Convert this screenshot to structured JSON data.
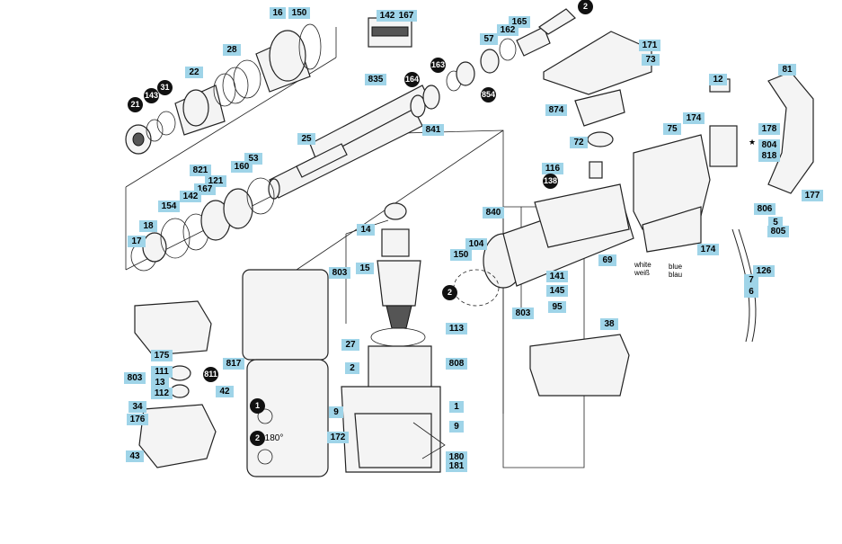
{
  "labels": {
    "p16": "16",
    "p150a": "150",
    "p142a": "142",
    "p167a": "167",
    "p2a": "2",
    "p165": "165",
    "p162": "162",
    "p57": "57",
    "p28": "28",
    "p171": "171",
    "p73": "73",
    "p163": "163",
    "p22": "22",
    "p835": "835",
    "p164": "164",
    "p854": "854",
    "p31": "31",
    "p143": "143",
    "p21": "21",
    "p81": "81",
    "p12": "12",
    "p874": "874",
    "p174a": "174",
    "p75": "75",
    "p178": "178",
    "p841": "841",
    "p25": "25",
    "p804": "804",
    "p818": "818",
    "p72": "72",
    "p821": "821",
    "p53": "53",
    "p160": "160",
    "p121": "121",
    "p167b": "167",
    "p142b": "142",
    "p116": "116",
    "p138": "138",
    "p177": "177",
    "p154": "154",
    "p18": "18",
    "p17": "17",
    "p840": "840",
    "p806": "806",
    "p5": "5",
    "p805": "805",
    "p14": "14",
    "p104": "104",
    "p150b": "150",
    "p174b": "174",
    "p803a": "803",
    "p15": "15",
    "p69": "69",
    "p7": "7",
    "p126": "126",
    "p141": "141",
    "p2b": "2",
    "p145": "145",
    "p6": "6",
    "p95": "95",
    "p803b": "803",
    "p113": "113",
    "p38": "38",
    "p175": "175",
    "p27": "27",
    "p817": "817",
    "p803c": "803",
    "p111": "111",
    "p13": "13",
    "p811": "811",
    "p808": "808",
    "p112": "112",
    "p42": "42",
    "p34": "34",
    "p1": "1",
    "p176": "176",
    "p9a": "9",
    "p9b": "9",
    "p172": "172",
    "p43": "43",
    "p180": "180",
    "p181": "181",
    "n1": "1",
    "n2": "2",
    "deg": "180°"
  },
  "wire_text": {
    "white": "white\nweiß",
    "blue": "blue\nblau"
  },
  "star": "★"
}
